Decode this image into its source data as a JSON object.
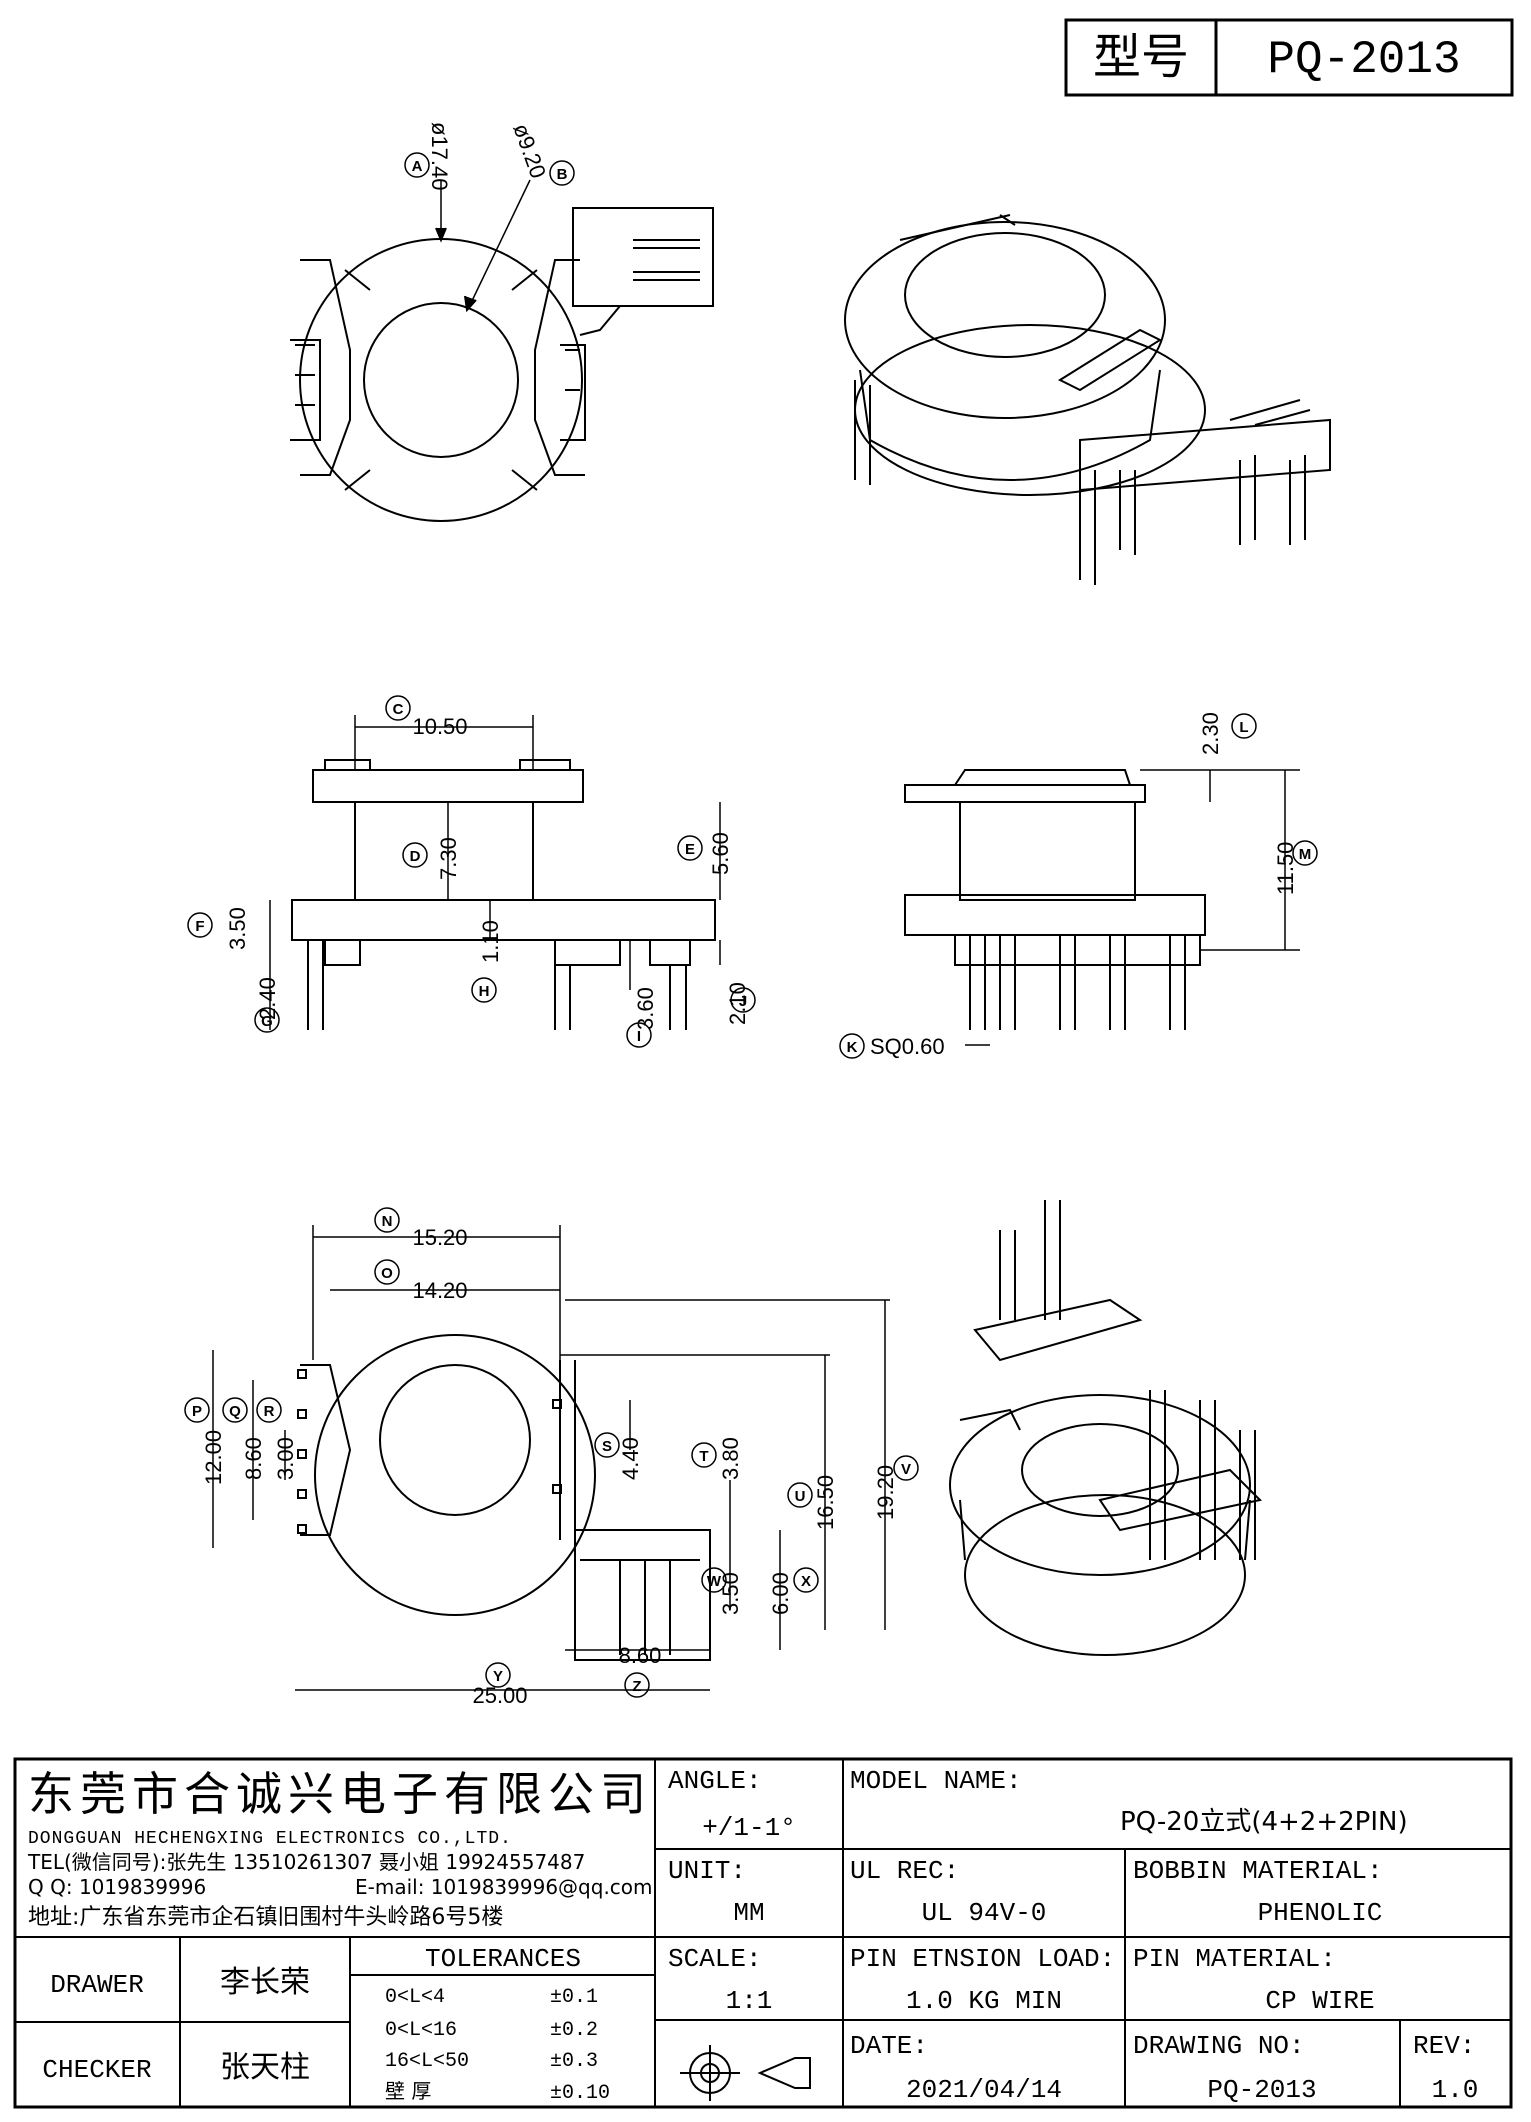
{
  "header": {
    "model_label": "型号",
    "model_value": "PQ-2013"
  },
  "dimensions": {
    "A": "ø17.40",
    "B": "ø9.20",
    "C": "10.50",
    "D": "7.30",
    "E": "5.60",
    "F": "3.50",
    "G": "2.40",
    "H": "1.10",
    "I": "3.60",
    "J": "2.10",
    "K": "SQ0.60",
    "L": "2.30",
    "M": "11.50",
    "N": "15.20",
    "O": "14.20",
    "P": "12.00",
    "Q": "8.60",
    "R": "3.00",
    "S": "4.40",
    "T": "3.80",
    "U": "16.50",
    "V": "19.20",
    "W": "3.50",
    "X": "6.00",
    "Y": "25.00",
    "Z": "8.60"
  },
  "title_block": {
    "company_cn": "东莞市合诚兴电子有限公司",
    "company_en": "DONGGUAN HECHENGXING ELECTRONICS CO.,LTD.",
    "tel": "TEL(微信同号):张先生 13510261307 聂小姐 19924557487",
    "qq_label": "Q Q: 1019839996",
    "email": "E-mail: 1019839996@qq.com",
    "address": "地址:广东省东莞市企石镇旧围村牛头岭路6号5楼",
    "angle_label": "ANGLE:",
    "angle_value": "+/1-1°",
    "model_name_label": "MODEL NAME:",
    "model_name_value": "PQ-20立式(4+2+2PIN)",
    "unit_label": "UNIT:",
    "unit_value": "MM",
    "ul_label": "UL REC:",
    "ul_value": "UL 94V-0",
    "bobbin_label": "BOBBIN MATERIAL:",
    "bobbin_value": "PHENOLIC",
    "drawer_label": "DRAWER",
    "drawer_value": "李长荣",
    "checker_label": "CHECKER",
    "checker_value": "张天柱",
    "tolerances_label": "TOLERANCES",
    "tolerances": [
      {
        "range": "0<L<4",
        "value": "±0.1"
      },
      {
        "range": "0<L<16",
        "value": "±0.2"
      },
      {
        "range": "16<L<50",
        "value": "±0.3"
      },
      {
        "range": "壁  厚",
        "value": "±0.10"
      }
    ],
    "scale_label": "SCALE:",
    "scale_value": "1:1",
    "pin_load_label": "PIN ETNSION LOAD:",
    "pin_load_value": "1.0 KG MIN",
    "pin_material_label": "PIN MATERIAL:",
    "pin_material_value": "CP WIRE",
    "date_label": "DATE:",
    "date_value": "2021/04/14",
    "drawing_no_label": "DRAWING NO:",
    "drawing_no_value": "PQ-2013",
    "rev_label": "REV:",
    "rev_value": "1.0"
  }
}
